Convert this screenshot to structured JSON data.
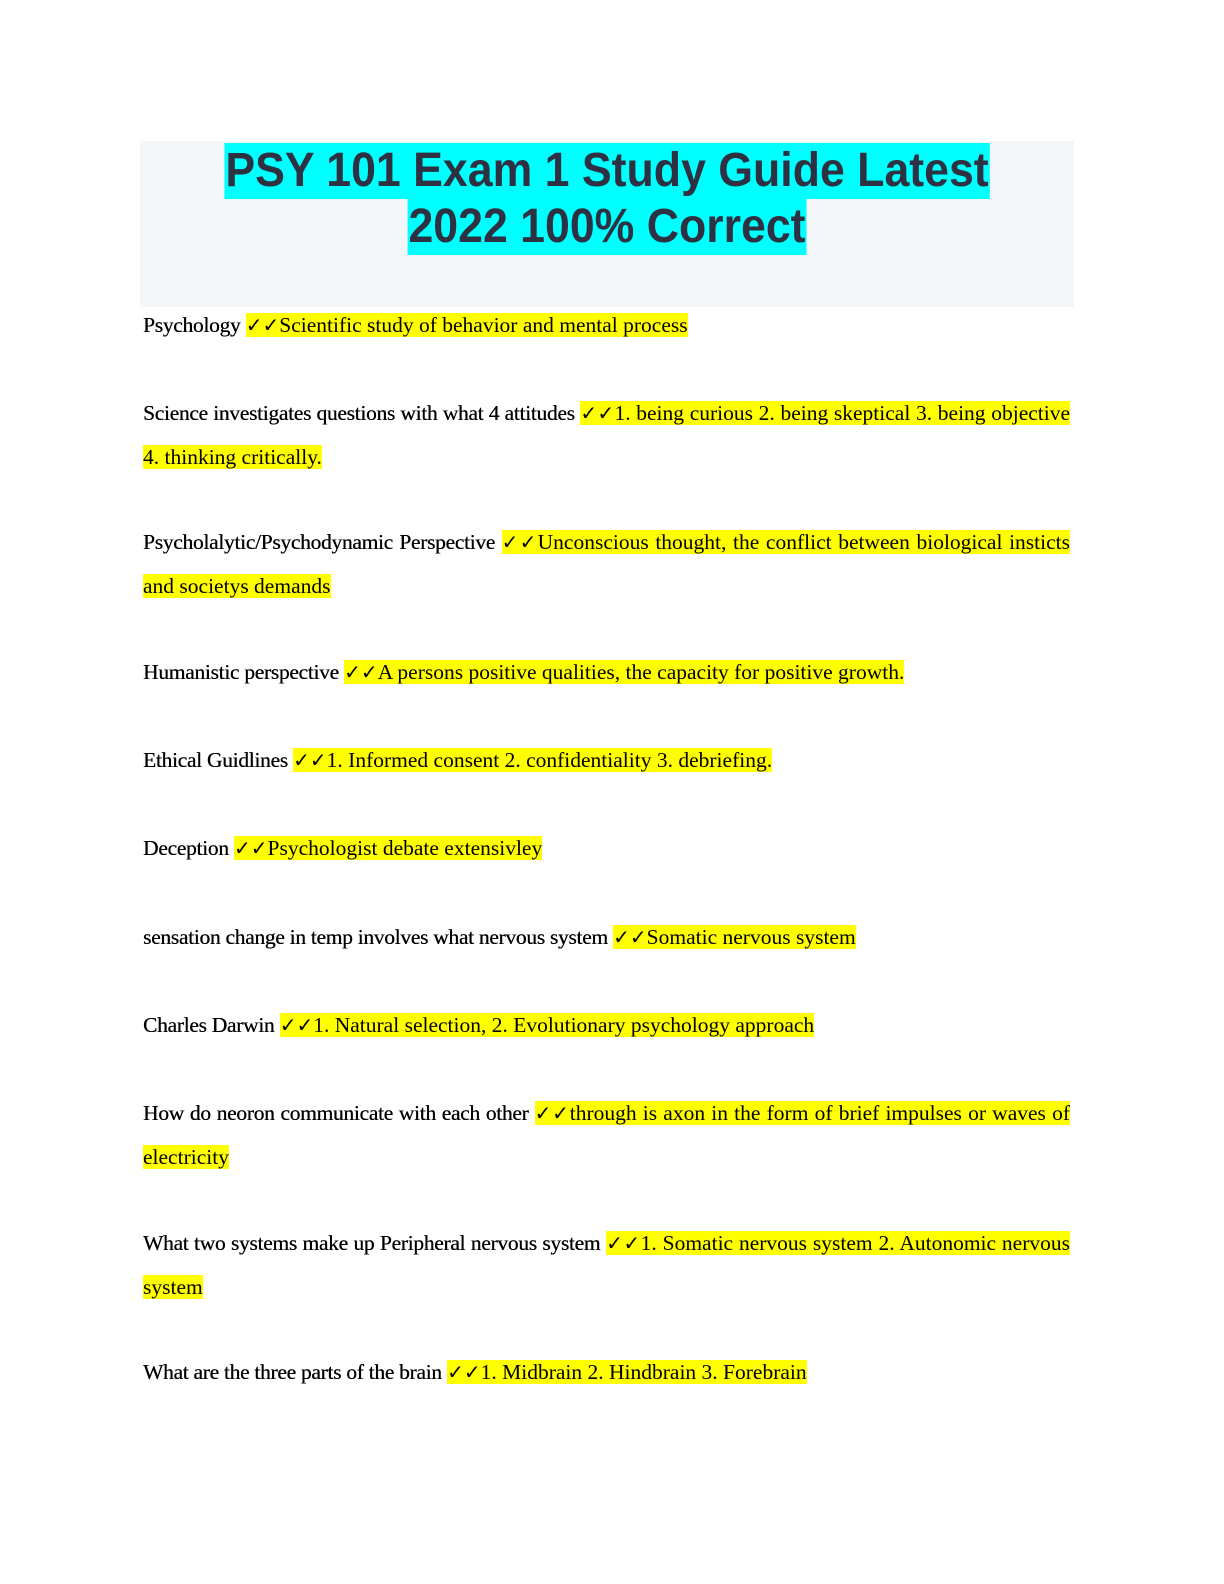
{
  "document": {
    "title_line1": "PSY 101 Exam 1 Study Guide Latest",
    "title_line2": "2022 100% Correct",
    "colors": {
      "title_highlight": "#00ffff",
      "title_text": "#2d3142",
      "title_band": "#f5f6f9",
      "answer_highlight": "#ffff00"
    },
    "check_mark": "✓✓",
    "items": [
      {
        "question": "Psychology",
        "answer": "Scientific study of behavior and mental process"
      },
      {
        "question": "Science investigates questions with what 4 attitudes",
        "answer": "1. being curious 2. being skeptical 3. being objective 4. thinking critically."
      },
      {
        "question": "Psycholalytic/Psychodynamic Perspective",
        "answer": "Unconscious thought, the conflict between biological insticts and societys demands"
      },
      {
        "question": "Humanistic perspective",
        "answer": "A persons positive qualities, the capacity for positive growth."
      },
      {
        "question": "Ethical Guidlines",
        "answer": "1. Informed consent 2. confidentiality 3. debriefing."
      },
      {
        "question": "Deception",
        "answer": "Psychologist debate extensivley"
      },
      {
        "question": "sensation change in temp involves what nervous system",
        "answer": "Somatic nervous system"
      },
      {
        "question": "Charles Darwin",
        "answer": "1. Natural selection, 2. Evolutionary psychology approach"
      },
      {
        "question": "How do neoron communicate with each other",
        "answer": "through is axon in the form of brief impulses or waves of electricity"
      },
      {
        "question": "What two systems make up Peripheral nervous system",
        "answer": "1. Somatic nervous system 2. Autonomic nervous system"
      },
      {
        "question": "What are the three parts of the brain",
        "answer": "1. Midbrain 2. Hindbrain 3. Forebrain"
      }
    ]
  }
}
